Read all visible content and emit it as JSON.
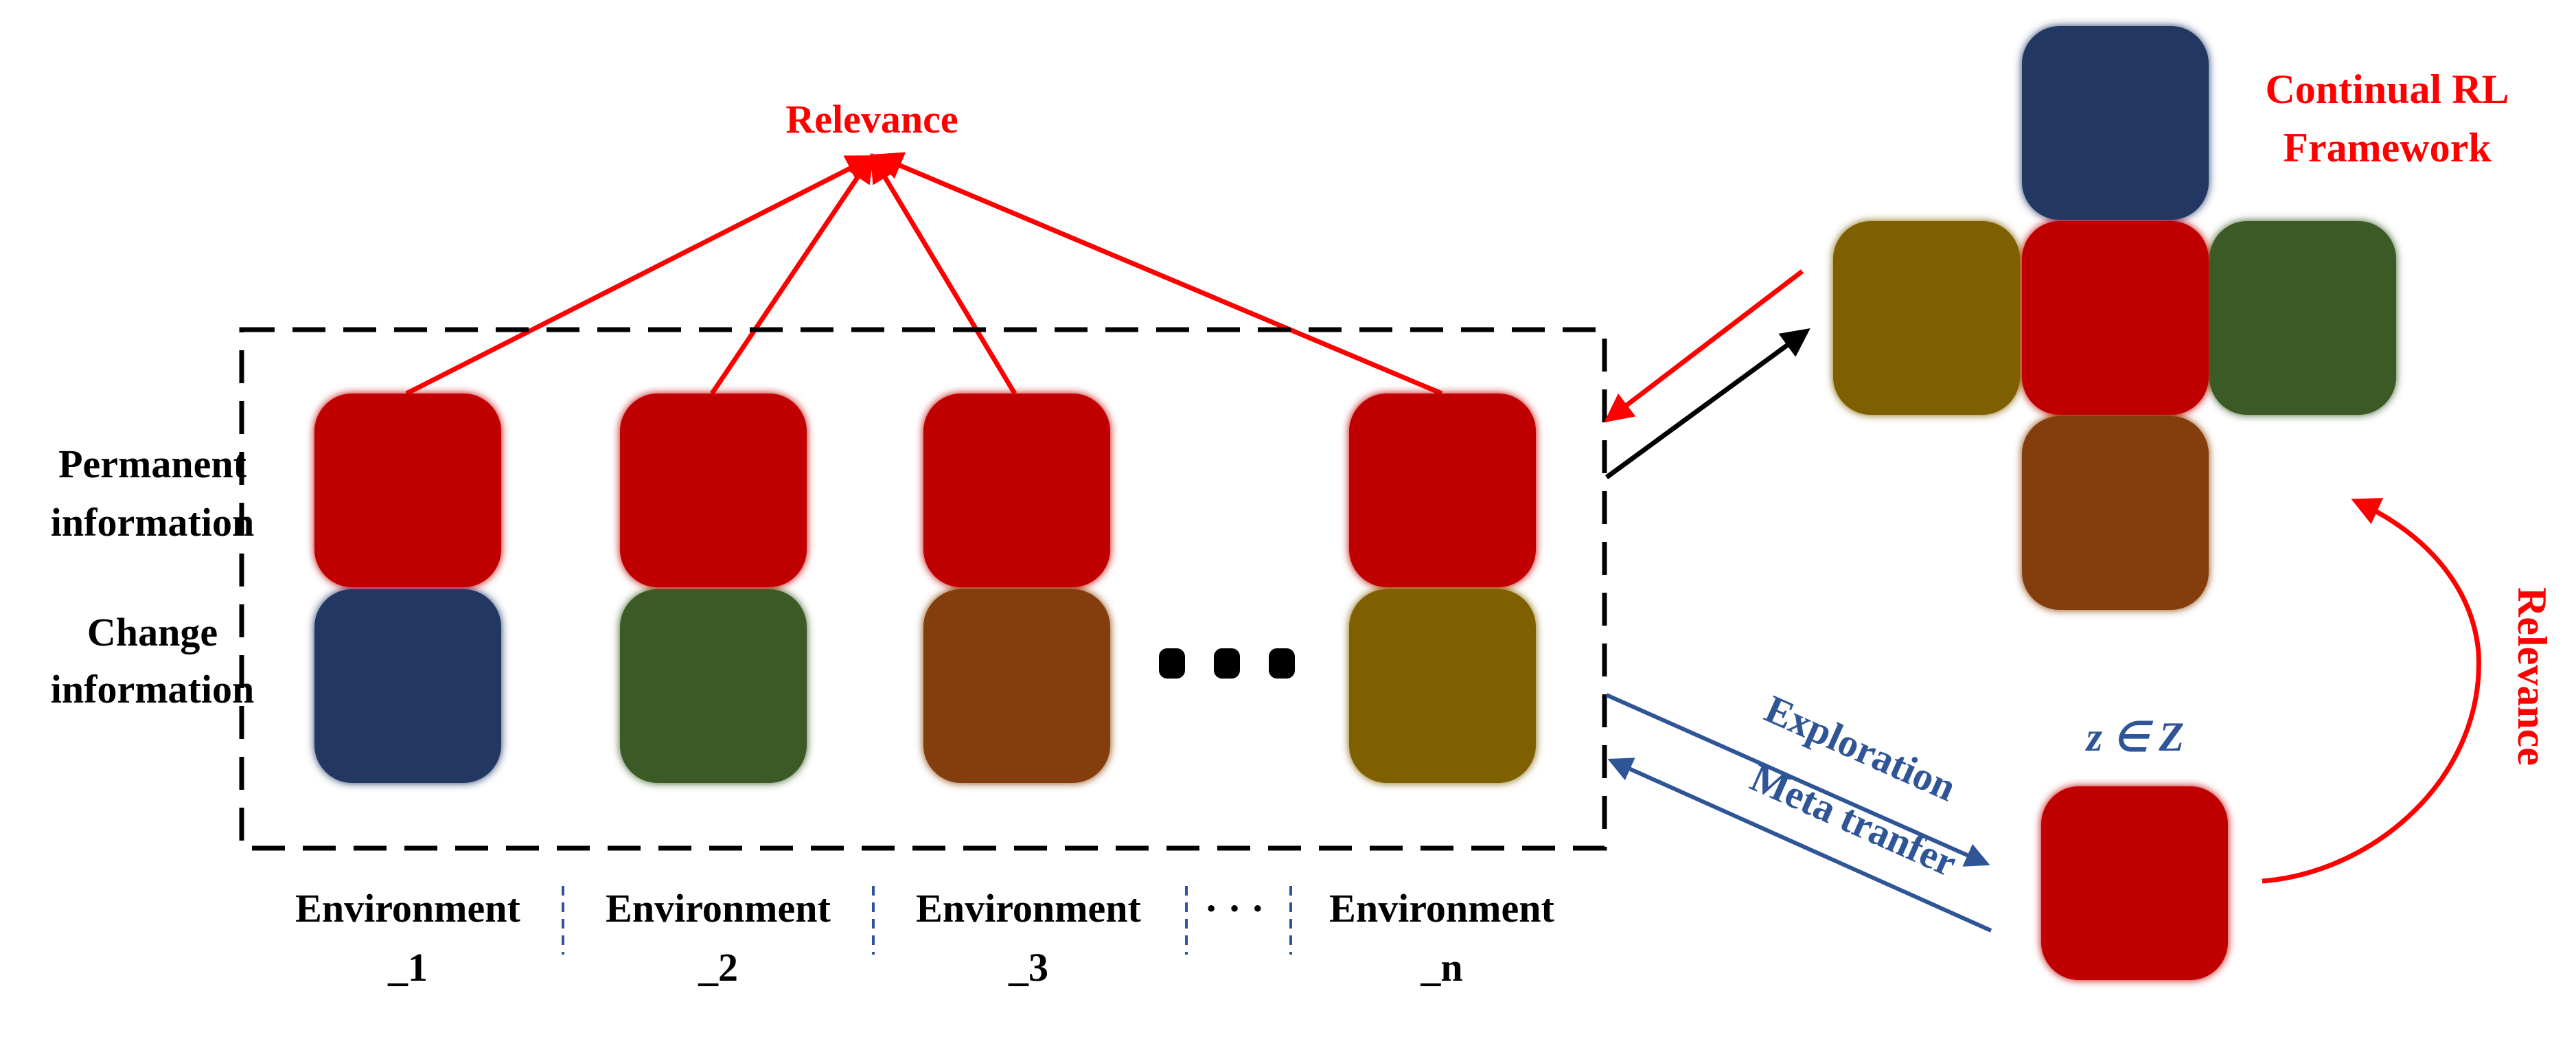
{
  "colors": {
    "red": "#C00000",
    "navy": "#203864",
    "green": "#3A5A26",
    "brown": "#843C0C",
    "olive": "#7F6000",
    "label_red": "#FF0000",
    "label_blue": "#2F5597",
    "text_black": "#000000"
  },
  "top_relevance": "Relevance",
  "side_relevance": "Relevance",
  "framework_title": {
    "line1": "Continual RL",
    "line2": "Framework"
  },
  "row_labels": {
    "permanent": {
      "line1": "Permanent",
      "line2": "information"
    },
    "change": {
      "line1": "Change",
      "line2": "information"
    }
  },
  "ellipsis_icon": "ellipsis-icon",
  "environments": [
    {
      "line1": "Environment",
      "line2": "_1",
      "change_color": "navy"
    },
    {
      "line1": "Environment",
      "line2": "_2",
      "change_color": "green"
    },
    {
      "line1": "Environment",
      "line2": "_3",
      "change_color": "brown"
    },
    {
      "line1": "Environment",
      "line2": "_n",
      "change_color": "olive"
    }
  ],
  "bottom_dots": "· · ·",
  "framework_blocks": {
    "top": "navy",
    "left": "olive",
    "center": "red",
    "right": "green",
    "bottom": "brown"
  },
  "latent": {
    "label": "z ∈ Z",
    "block_color": "red"
  },
  "arrow_labels": {
    "exploration": "Exploration",
    "meta": "Meta tranfer"
  }
}
